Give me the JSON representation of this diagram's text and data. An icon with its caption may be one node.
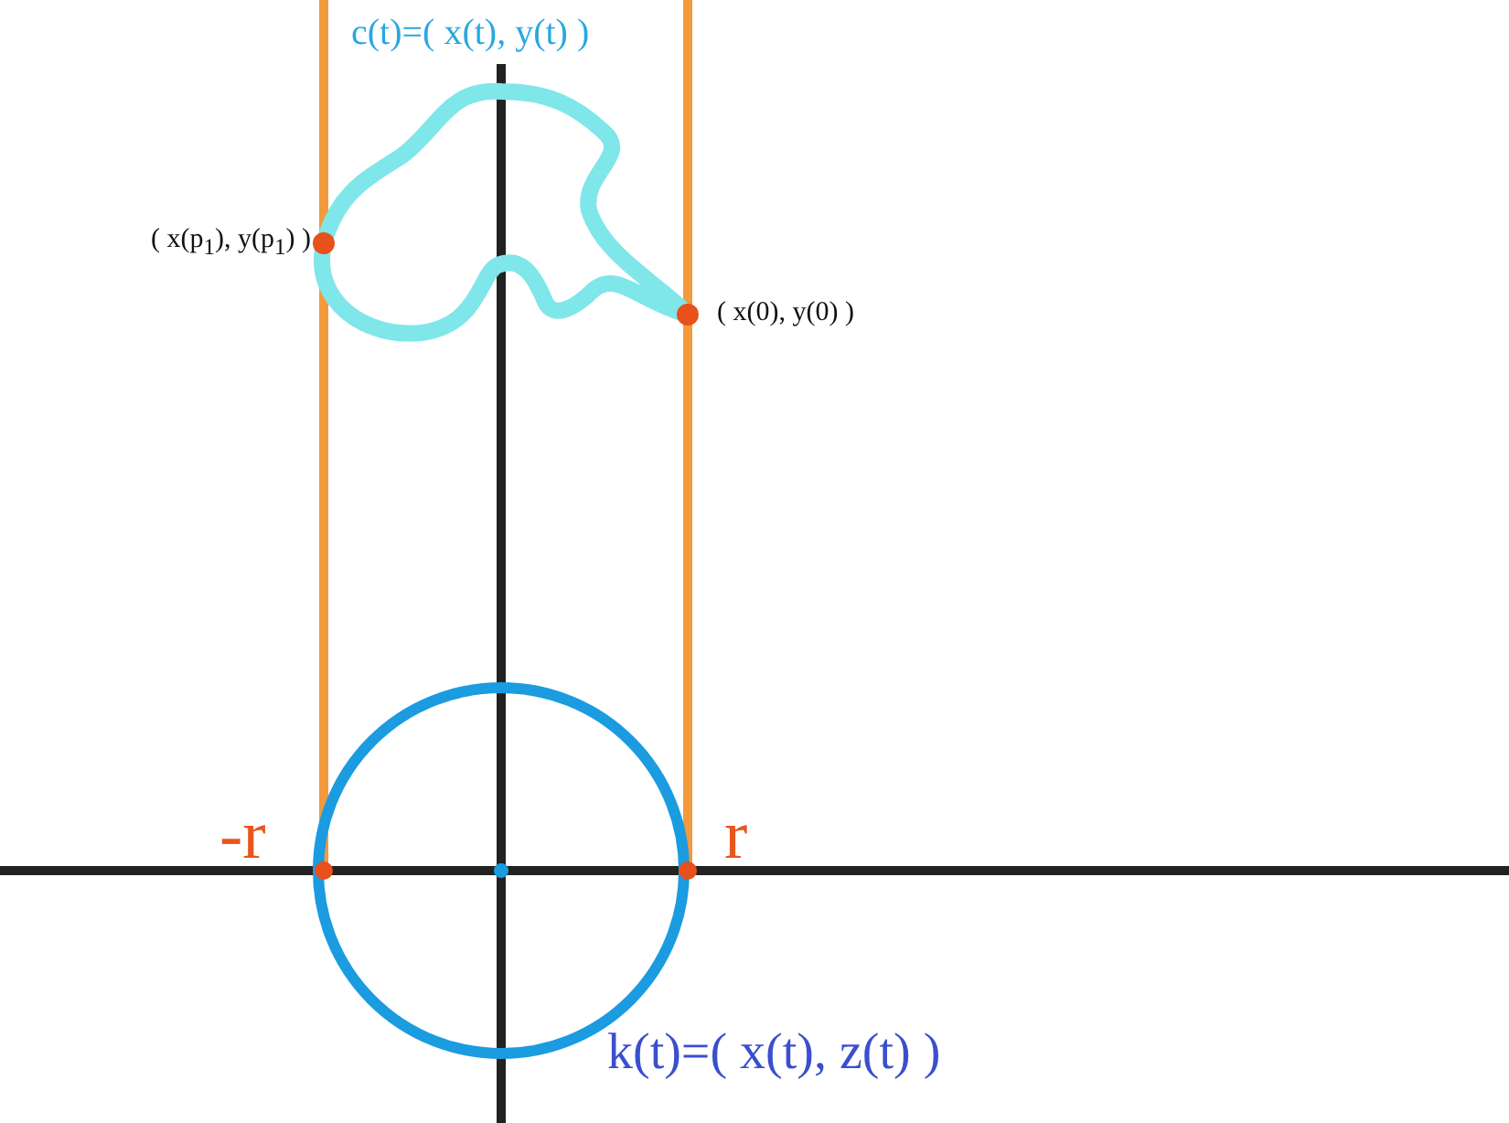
{
  "diagram": {
    "labels": [
      "c(t)=( x(t), y(t) )",
      "( x(p$_{1}$), y(p$_{1}$) )",
      "( x(0), y(0) )",
      "-r",
      "r",
      "k(t)=( x(t), z(t) )"
    ]
  }
}
